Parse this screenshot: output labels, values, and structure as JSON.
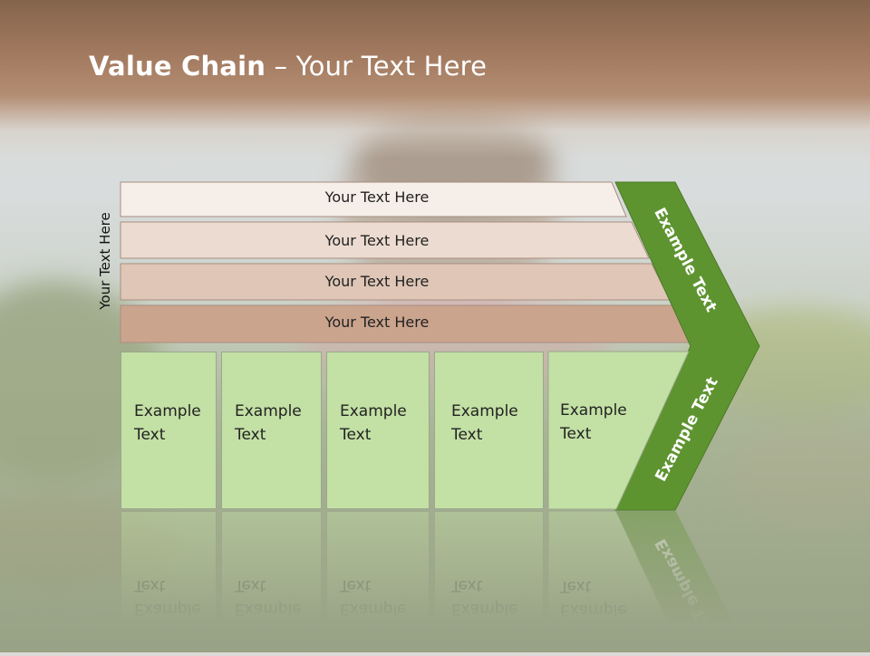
{
  "slide": {
    "title_bold": "Value Chain",
    "title_rest": " – Your Text Here",
    "side_label": "Your Text Here"
  },
  "bars": [
    {
      "label": "Your Text Here"
    },
    {
      "label": "Your Text Here"
    },
    {
      "label": "Your Text Here"
    },
    {
      "label": "Your Text Here"
    }
  ],
  "cards": [
    {
      "line1": "Example",
      "line2": "Text"
    },
    {
      "line1": "Example",
      "line2": "Text"
    },
    {
      "line1": "Example",
      "line2": "Text"
    },
    {
      "line1": "Example",
      "line2": "Text"
    },
    {
      "line1": "Example",
      "line2": "Text"
    }
  ],
  "chevron_upper_label": "Example Text",
  "chevron_lower_label": "Example Text",
  "colors": {
    "bar_1": "#f6eee8",
    "bar_2": "#ecdbd0",
    "bar_3": "#dfc6b6",
    "bar_4": "#cba48d",
    "card_fill": "#c3e0a5",
    "chevron_fill": "#5e9430",
    "title_band": "#a27a60"
  }
}
